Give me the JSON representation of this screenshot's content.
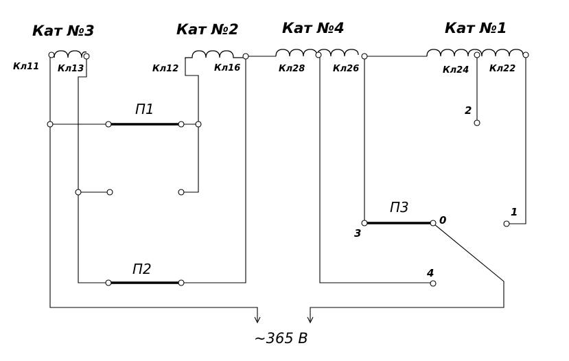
{
  "coils": {
    "k3": "Кат №3",
    "k2": "Кат №2",
    "k4": "Кат №4",
    "k1": "Кат №1"
  },
  "terminals": {
    "kl11": "Кл11",
    "kl13": "Кл13",
    "kl12": "Кл12",
    "kl16": "Кл16",
    "kl28": "Кл28",
    "kl26": "Кл26",
    "kl24": "Кл24",
    "kl22": "Кл22"
  },
  "switches": {
    "p1": "П1",
    "p2": "П2",
    "p3": "П3"
  },
  "positions": {
    "pos0": "0",
    "pos1": "1",
    "pos2": "2",
    "pos3": "3",
    "pos4": "4"
  },
  "supply": "~365 В"
}
